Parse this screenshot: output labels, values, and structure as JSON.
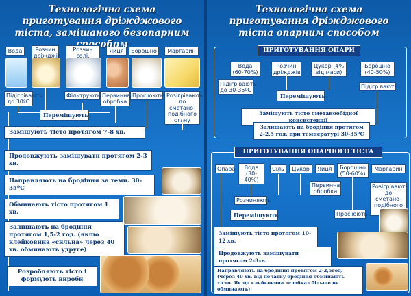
{
  "left": {
    "title": "Технологічна схема приготування дріжджового тіста, замішаного безопарним способом",
    "ingredients": [
      "Вода",
      "Розчин дріжджів",
      "Розчин солі, цукру",
      "Яйця",
      "Борошно",
      "Маргарин"
    ],
    "prep": [
      "Підігрівають до 30ºС",
      "Фільтрують",
      "Первинна обробка",
      "Просіюють",
      "Розігрівають до сметано-подібного стану"
    ],
    "steps": [
      "Перемішують",
      "Замішують тісто протягом 7-8 хв.",
      "Продовжують замішувати протягом 2-3 хв.",
      "Направляють на бродіння за темп. 30-35ºС",
      "Обминають тісто протягом 1 хв.",
      "Залишають на бродіння протягом 1,5-2 год. (якщо клейковина «сильна» через 40 хв. обминають удруге)",
      "Розробляють тісто і формують вироби"
    ]
  },
  "right": {
    "title": "Технологічна схема приготування дріжджового тіста опарним способом",
    "section1": "ПРИГОТУВАННЯ ОПАРИ",
    "opara_ingredients": [
      "Вода (60-70%)",
      "Розчин дріжджів",
      "Цукор (4% від маси)",
      "Борошно (40-50%)"
    ],
    "opara_prep": [
      "Підігрівають до 30-35ºС",
      "Підігрівають"
    ],
    "opara_steps": [
      "Перемішують",
      "Замішують тісто сметанообідної консистенції",
      "Залишають на бродіння протягом 2-2,5 год. при температурі 30-35ºС"
    ],
    "section2": "ПРИГОТУВАННЯ ОПАРНОГО ТІСТА",
    "dough_ingredients": [
      "Опара",
      "Вода (30-40%)",
      "Сіль",
      "Цукор",
      "Яйця",
      "Борошно (50-60%)",
      "Маргарин"
    ],
    "dough_prep": [
      "Розчиняють",
      "Первинна обробка",
      "Розігрівають до сметано-подібного стану",
      "Просіюють"
    ],
    "dough_steps": [
      "Перемішують",
      "Замішують тісто протягом 10-12 хв.",
      "Продовжують замішувати протягом 2-3хв.",
      "Направляють на бродіння протягом 2-2,5год. (через 40 хв. від початку бродіння обминають тісто. Якщо клейковина «слабка» більше не обминають)."
    ]
  }
}
